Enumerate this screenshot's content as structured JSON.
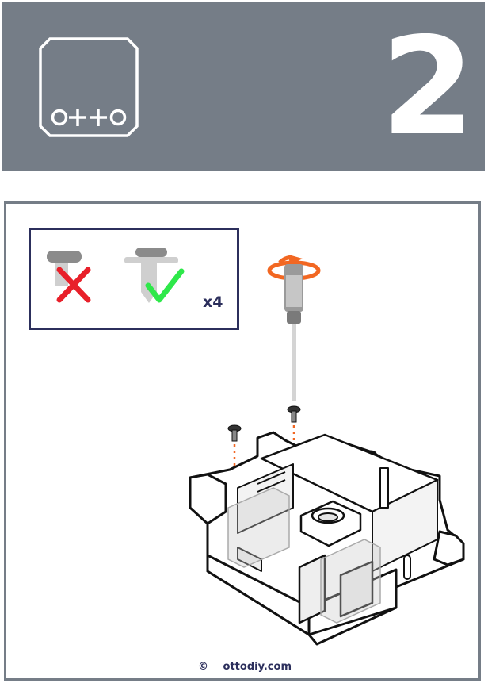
{
  "header": {
    "logo_text": "o++o",
    "step_number": "2"
  },
  "screws": {
    "wrong_icon": "red-cross-icon",
    "right_icon": "green-check-icon",
    "quantity": "x4"
  },
  "tool": {
    "icon": "screwdriver-icon",
    "rotation_icon": "rotate-arrow-icon"
  },
  "colors": {
    "header_bg": "#757d87",
    "navy": "#2c2f5c",
    "wrong": "#e8202a",
    "right": "#2ee84a",
    "accent": "#f26722"
  },
  "footer": {
    "copyright_symbol": "©",
    "site": "ottodiy.com"
  }
}
